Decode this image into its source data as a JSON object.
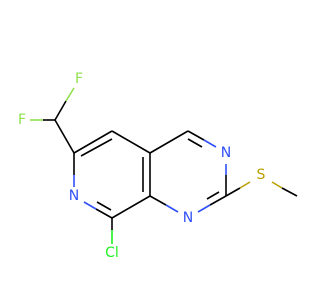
{
  "colors": {
    "carbon_bond": "#000000",
    "fluorine": "#90E050",
    "nitrogen": "#3050F8",
    "sulfur": "#B8A000",
    "chlorine": "#1FF01F"
  },
  "atoms": {
    "f_top": "F",
    "f_left": "F",
    "n_ring_right_top": "N",
    "n_ring_right_bottom": "N",
    "n_ring_left": "N",
    "sulfur": "S",
    "chlorine": "Cl"
  }
}
